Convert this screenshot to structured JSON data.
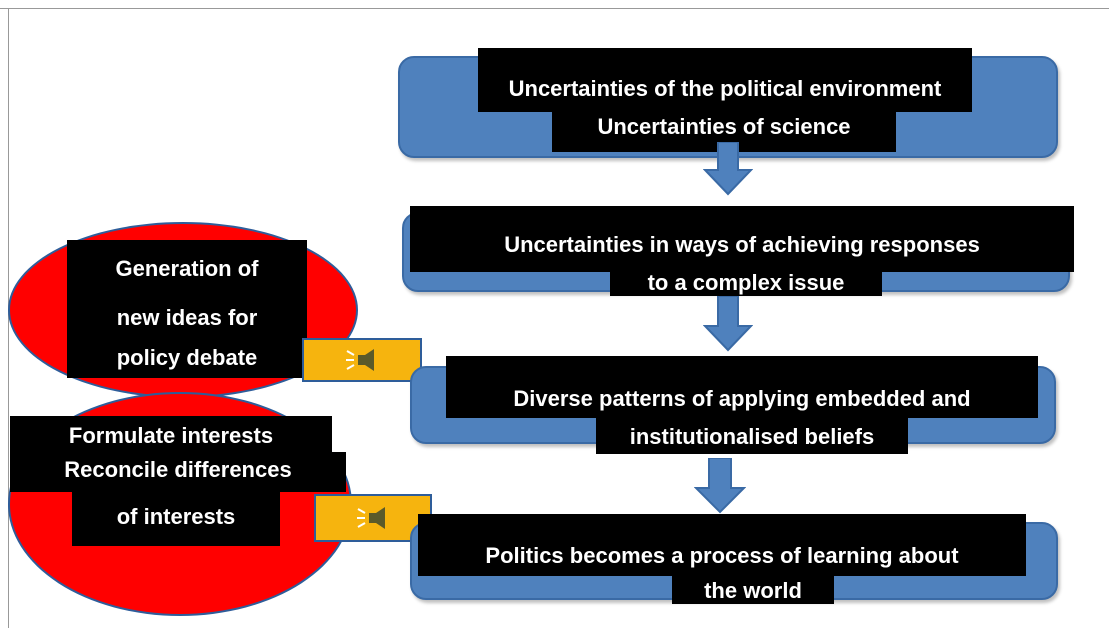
{
  "box1": {
    "line1": "Uncertainties of the political environment",
    "line2": "Uncertainties of science"
  },
  "box2": {
    "line1": "Uncertainties  in ways of achieving responses",
    "line2": "to a complex issue"
  },
  "box3": {
    "line1": "Diverse patterns of applying embedded and",
    "line2": "institutionalised beliefs"
  },
  "box4": {
    "line1": "Politics becomes a process of learning about",
    "line2": "the world"
  },
  "ellipse1": {
    "line1": "Generation of",
    "line2": "new ideas for",
    "line3": "policy debate"
  },
  "ellipse2": {
    "line1": "Formulate interests",
    "line2": "Reconcile differences",
    "line3": "of interests"
  },
  "colors": {
    "box_fill": "#4f81bd",
    "ellipse_fill": "#ff0000",
    "callout_fill": "#f6b40e",
    "label_bg": "#000000",
    "label_text": "#ffffff"
  },
  "icons": {
    "callout1": "sound-icon",
    "callout2": "sound-icon"
  }
}
